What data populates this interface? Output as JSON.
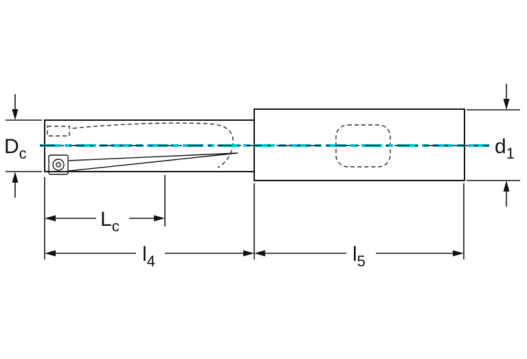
{
  "drawing": {
    "title": "indexable-insert-drill-dimension-diagram",
    "labels": {
      "diameter_cutting": {
        "main": "D",
        "sub": "c"
      },
      "diameter_shank": {
        "main": "d",
        "sub": "1"
      },
      "length_flute": {
        "main": "L",
        "sub": "c"
      },
      "length_body": {
        "main": "l",
        "sub": "4"
      },
      "length_shank": {
        "main": "l",
        "sub": "5"
      }
    },
    "colors": {
      "body_fill": "#c9c9c9",
      "outline": "#111111",
      "centerline": "#00c4d6",
      "insert_fill": "#e2b43a",
      "screw_fill": "#c79a2a"
    }
  }
}
